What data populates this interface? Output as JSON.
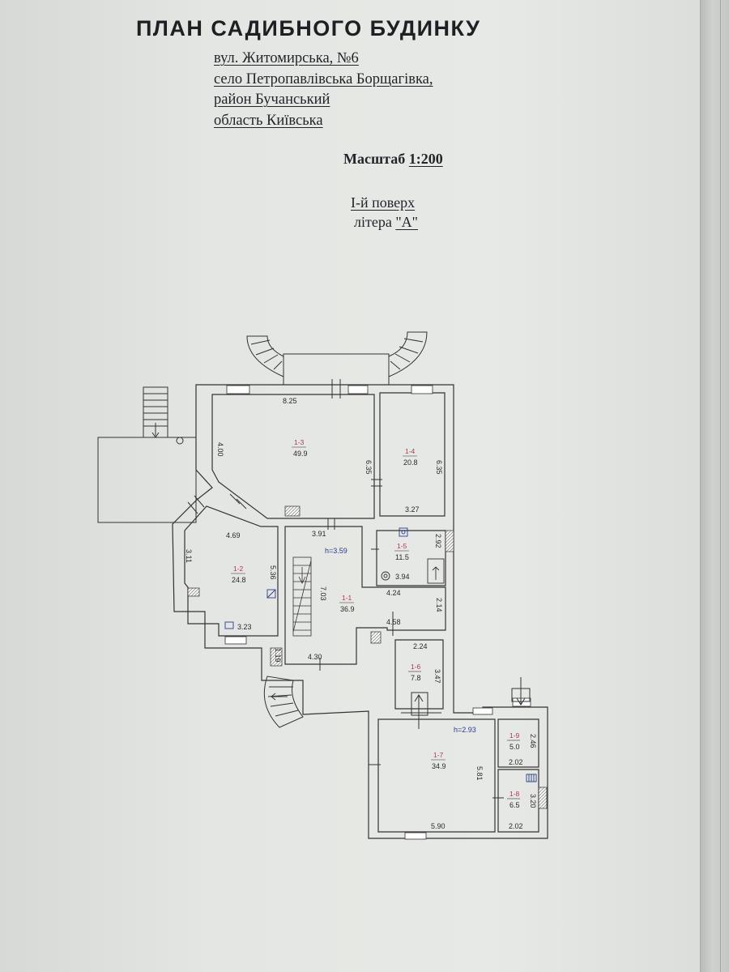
{
  "document": {
    "title": "ПЛАН САДИБНОГО БУДИНКУ",
    "address": [
      "вул. Житомирська,  №6",
      "село  Петропавлівська  Борщагівка,",
      "район  Бучанський",
      "область  Київська"
    ],
    "scale_label": "Масштаб",
    "scale_value": "1:200",
    "floor": "І-й  поверх",
    "litera_label": "літера",
    "litera_value": "\"А\""
  },
  "rooms": [
    {
      "id": "1-1",
      "area": "36.9"
    },
    {
      "id": "1-2",
      "area": "24.8"
    },
    {
      "id": "1-3",
      "area": "49.9"
    },
    {
      "id": "1-4",
      "area": "20.8"
    },
    {
      "id": "1-5",
      "area": "11.5"
    },
    {
      "id": "1-6",
      "area": "7.8"
    },
    {
      "id": "1-7",
      "area": "34.9"
    },
    {
      "id": "1-8",
      "area": "6.5"
    },
    {
      "id": "1-9",
      "area": "5.0"
    }
  ],
  "dimensions": {
    "r3_width": "8.25",
    "r3_left": "4.00",
    "r3_right": "6.35",
    "r4_height": "6.35",
    "r4_width": "3.27",
    "r2_top": "4.69",
    "r2_left": "3.11",
    "r2_right": "5.36",
    "r2_bottom": "3.23",
    "r1_top": "3.91",
    "r1_height": "7.03",
    "r1_mid": "4.24",
    "r1_lower": "4.58",
    "r1_right": "2.14",
    "r1_step": "1.19",
    "r1_bottom": "4.30",
    "r5_height": "2.92",
    "r5_width": "3.94",
    "r6_width": "2.24",
    "r6_height": "3.47",
    "r7_height": "5.81",
    "r7_width": "5.90",
    "r9_height": "2.46",
    "r9_width": "2.02",
    "r8_height": "3.20",
    "r8_width": "2.02"
  },
  "heights": {
    "main": "h=3.59",
    "annex": "h=2.93"
  }
}
